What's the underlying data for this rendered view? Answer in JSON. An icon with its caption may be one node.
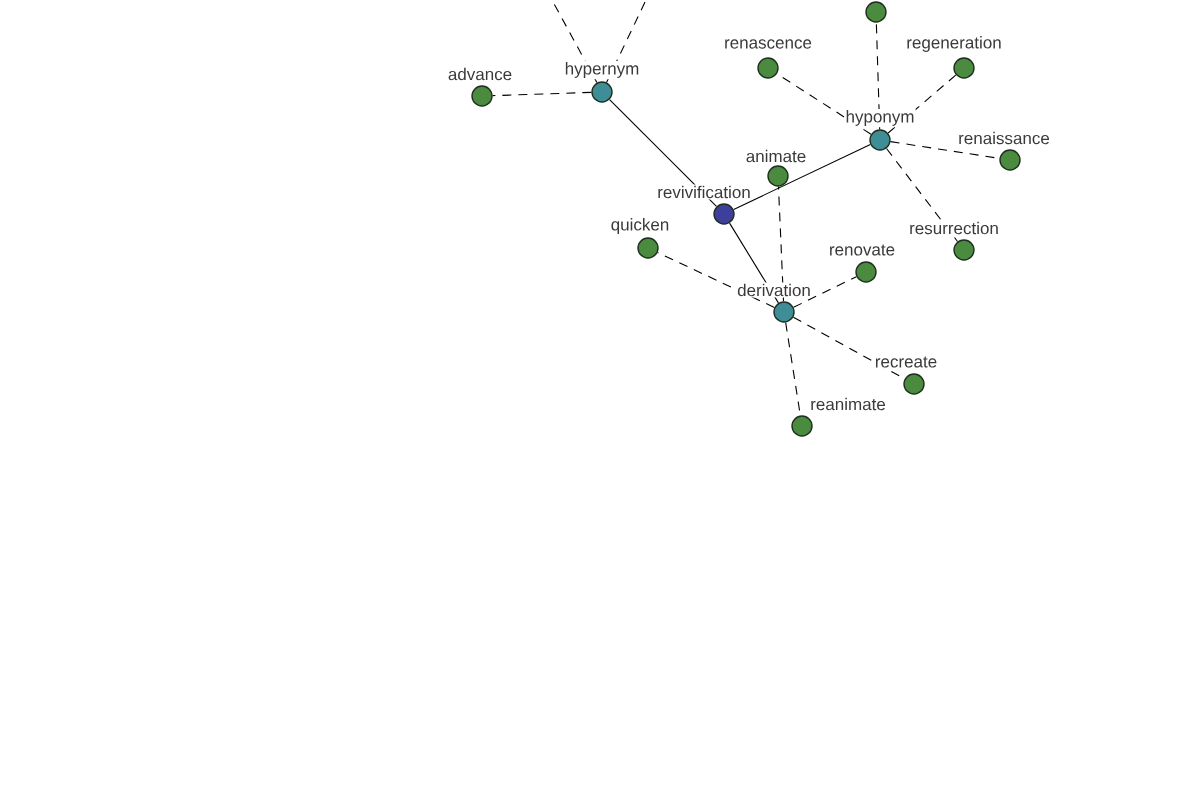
{
  "diagram": {
    "nodes": [
      {
        "text": [],
        "shape": "circle"
      },
      {
        "text": [
          "renascence"
        ]
      },
      {
        "text": [
          "regeneration"
        ]
      },
      {
        "text": [
          "advance"
        ]
      },
      {
        "text": [
          "hypernym"
        ]
      },
      {
        "text": [
          "hyponym"
        ]
      },
      {
        "text": [
          "renaissance"
        ]
      },
      {
        "text": [
          "animate"
        ]
      },
      {
        "text": [
          "revivification"
        ]
      },
      {
        "text": [
          "quicken"
        ]
      },
      {
        "text": [
          "resurrection"
        ]
      },
      {
        "text": [
          "renovate"
        ]
      },
      {
        "text": [
          "derivation"
        ]
      },
      {
        "text": [
          "recreate"
        ]
      },
      {
        "text": [
          "reanimate"
        ]
      }
    ],
    "edges": [
      {
        "from": 8,
        "to": 4,
        "arrow": "none"
      },
      {
        "from": 8,
        "to": 5,
        "arrow": "none"
      },
      {
        "from": 8,
        "to": 12,
        "arrow": "none"
      },
      {
        "from": 4,
        "to": 3,
        "arrow": "none",
        "style": "dashed"
      },
      {
        "from": 4,
        "to": null,
        "arrow": "none",
        "style": "dashed"
      },
      {
        "from": 4,
        "to": null,
        "arrow": "none",
        "style": "dashed"
      },
      {
        "from": 5,
        "to": 0,
        "arrow": "none",
        "style": "dashed"
      },
      {
        "from": 5,
        "to": 1,
        "arrow": "none",
        "style": "dashed"
      },
      {
        "from": 5,
        "to": 2,
        "arrow": "none",
        "style": "dashed"
      },
      {
        "from": 5,
        "to": 6,
        "arrow": "none",
        "style": "dashed"
      },
      {
        "from": 5,
        "to": 10,
        "arrow": "none",
        "style": "dashed"
      },
      {
        "from": 12,
        "to": 7,
        "arrow": "none",
        "style": "dashed"
      },
      {
        "from": 12,
        "to": 9,
        "arrow": "none",
        "style": "dashed"
      },
      {
        "from": 12,
        "to": 11,
        "arrow": "none",
        "style": "dashed"
      },
      {
        "from": 12,
        "to": 13,
        "arrow": "none",
        "style": "dashed"
      },
      {
        "from": 12,
        "to": 14,
        "arrow": "none",
        "style": "dashed"
      }
    ]
  }
}
